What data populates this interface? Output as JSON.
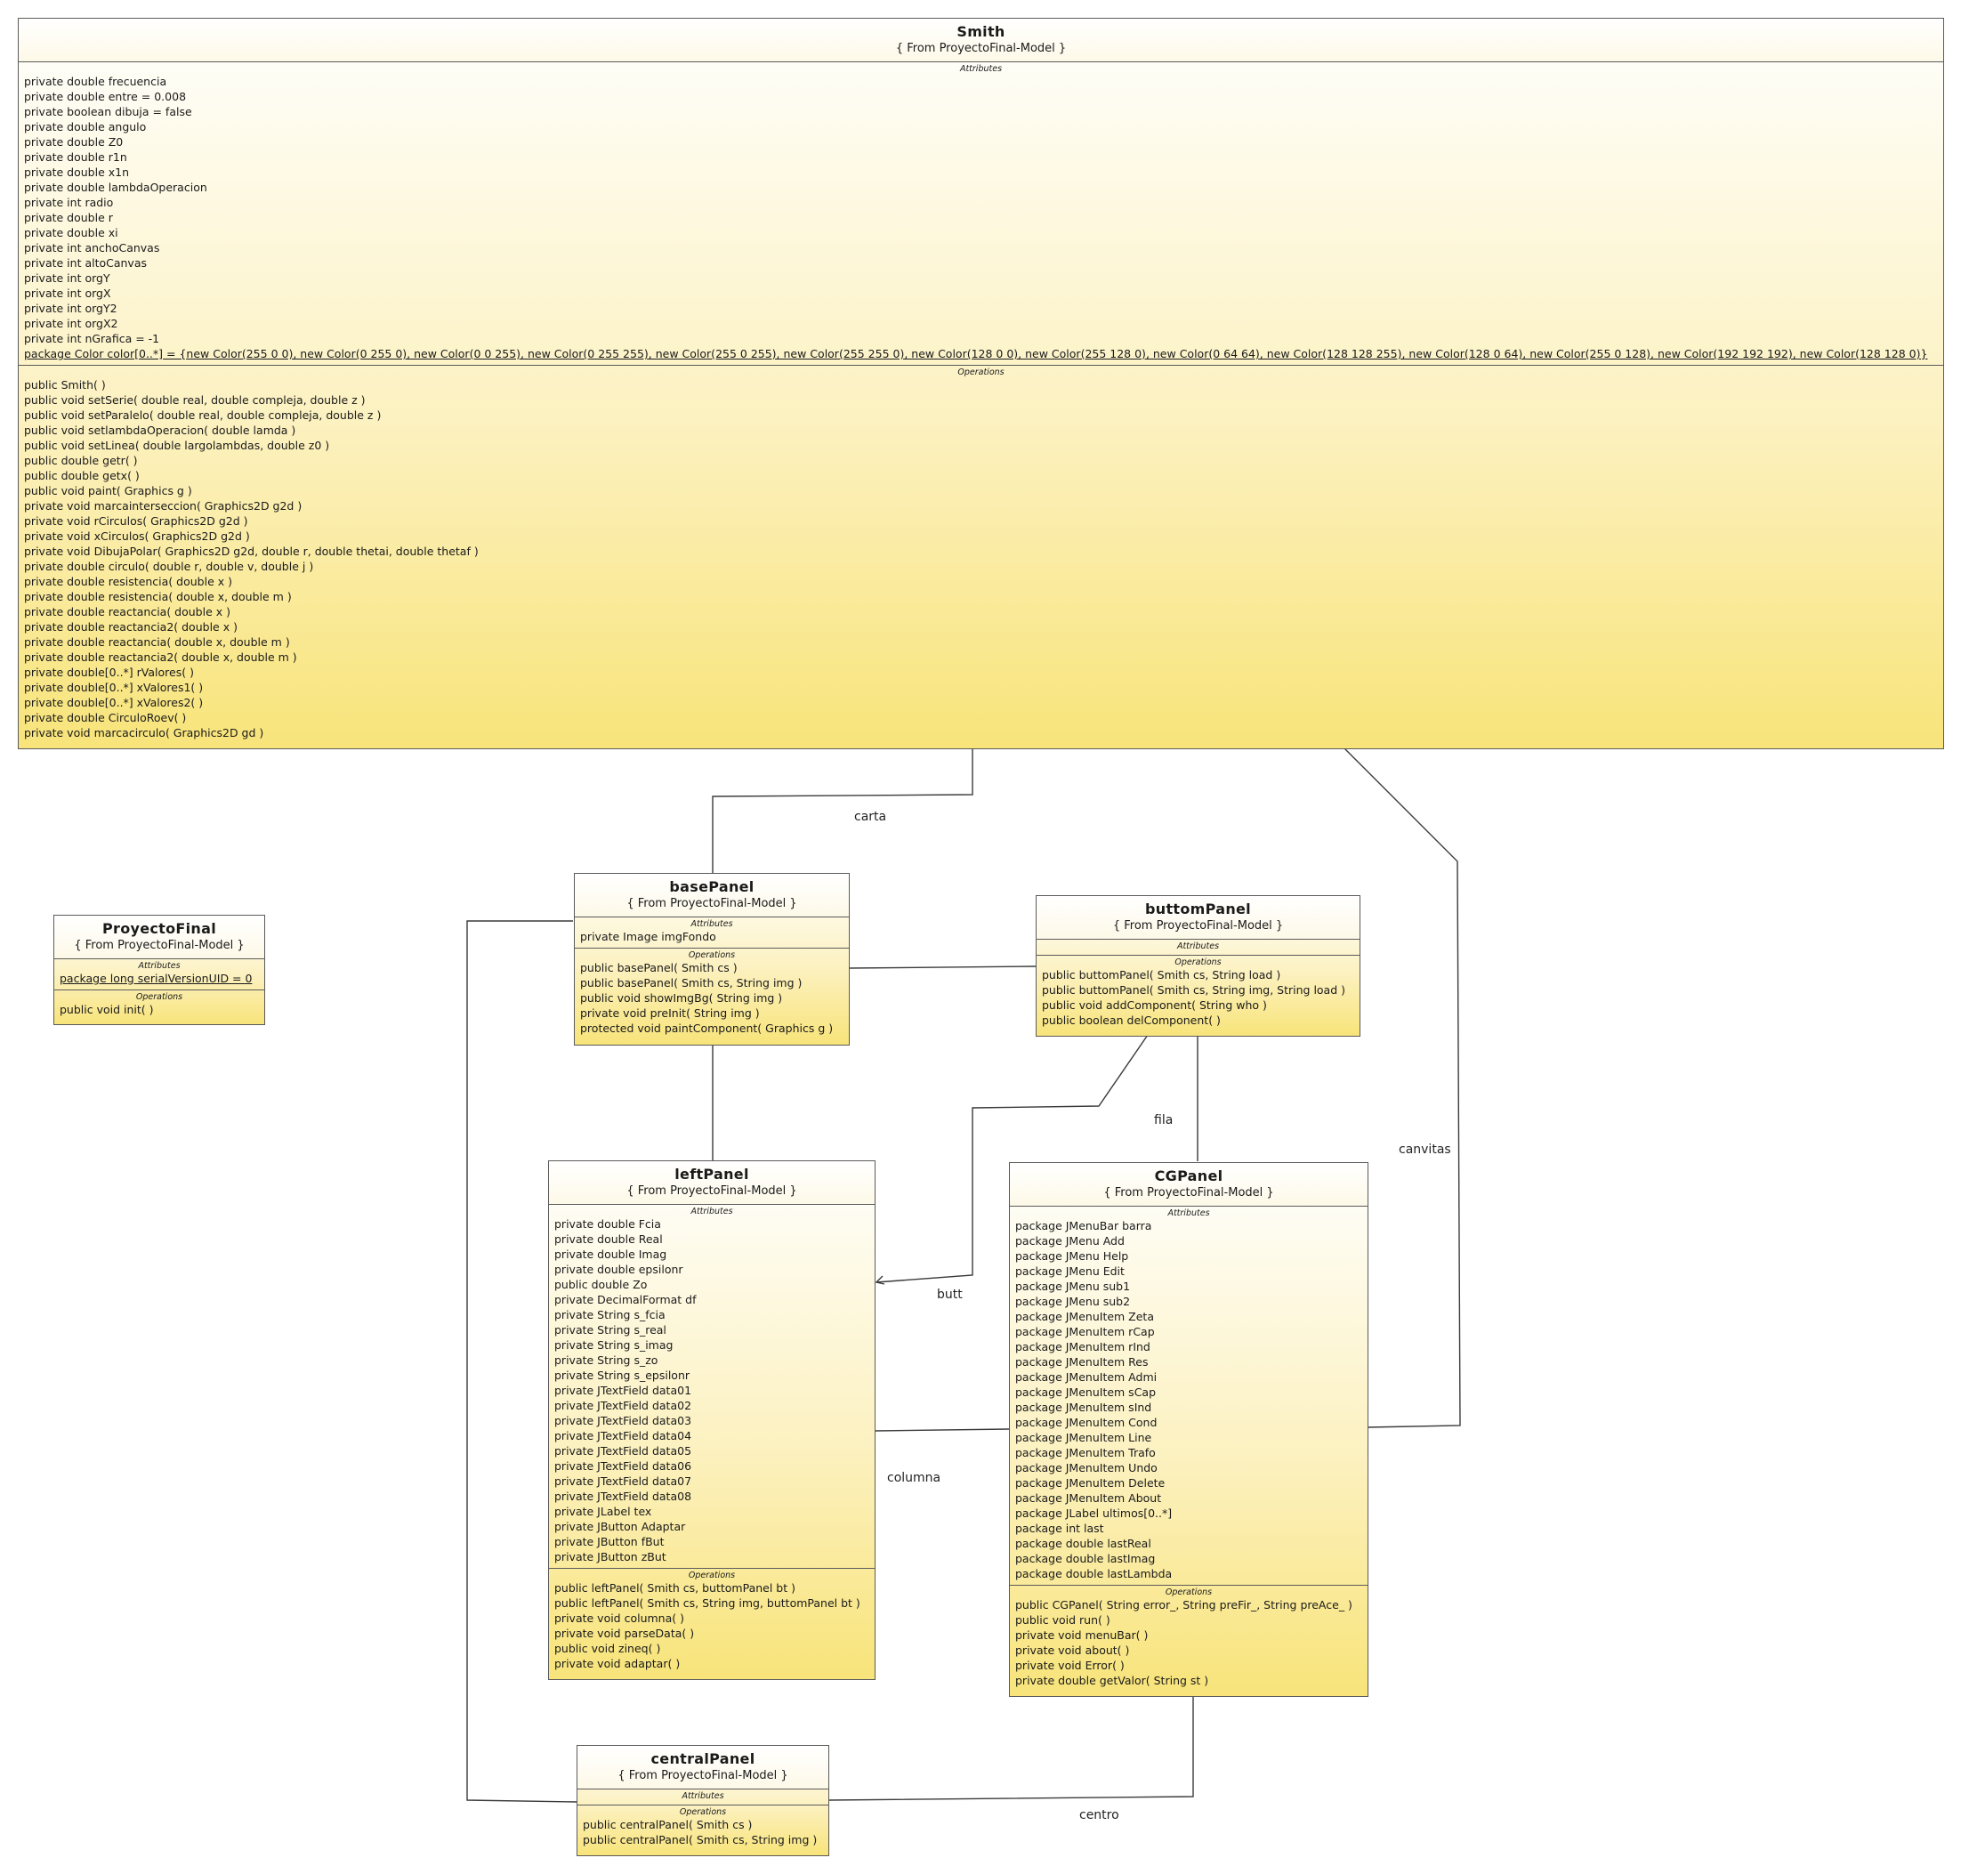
{
  "classes": [
    {
      "id": "smith",
      "name": "Smith",
      "from": "{ From ProyectoFinal-Model }",
      "attributes_title": "Attributes",
      "attributes": [
        "private double frecuencia",
        "private double entre = 0.008",
        "private boolean dibuja = false",
        "private double angulo",
        "private double Z0",
        "private double r1n",
        "private double x1n",
        "private double lambdaOperacion",
        "private int radio",
        "private double r",
        "private double xi",
        "private int anchoCanvas",
        "private int altoCanvas",
        "private int orgY",
        "private int orgX",
        "private int orgY2",
        "private int orgX2",
        "private int nGrafica = -1",
        "package Color color[0..*] = {new Color(255 0 0), new Color(0 255 0), new Color(0 0 255), new Color(0 255 255), new Color(255 0 255), new Color(255 255 0), new Color(128 0 0), new Color(255 128 0), new Color(0 64 64), new Color(128 128 255), new Color(128 0 64), new Color(255 0 128), new Color(192 192 192), new Color(128 128 0)}"
      ],
      "static_attributes": [
        "package Color color[0..*] = {new Color(255 0 0), new Color(0 255 0), new Color(0 0 255), new Color(0 255 255), new Color(255 0 255), new Color(255 255 0), new Color(128 0 0), new Color(255 128 0), new Color(0 64 64), new Color(128 128 255), new Color(128 0 64), new Color(255 0 128), new Color(192 192 192), new Color(128 128 0)}"
      ],
      "operations_title": "Operations",
      "operations": [
        "public Smith(  )",
        "public void  setSerie( double real, double compleja, double z )",
        "public void  setParalelo( double real, double compleja, double z )",
        "public void  setlambdaOperacion( double lamda )",
        "public void  setLinea( double largolambdas, double z0 )",
        "public double  getr(  )",
        "public double  getx(  )",
        "public void  paint( Graphics g )",
        "private void  marcainterseccion( Graphics2D g2d )",
        "private void  rCirculos( Graphics2D g2d )",
        "private void  xCirculos( Graphics2D g2d )",
        "private void  DibujaPolar( Graphics2D g2d, double r, double thetai, double thetaf )",
        "private double  circulo( double r, double v, double j )",
        "private double  resistencia( double x )",
        "private double  resistencia( double x, double m )",
        "private double  reactancia( double x )",
        "private double  reactancia2( double x )",
        "private double  reactancia( double x, double m )",
        "private double  reactancia2( double x, double m )",
        "private double[0..*]  rValores(  )",
        "private double[0..*]  xValores1(  )",
        "private double[0..*]  xValores2(  )",
        "private double  CirculoRoev(  )",
        "private void  marcacirculo( Graphics2D gd )"
      ]
    },
    {
      "id": "proyectofinal",
      "name": "ProyectoFinal",
      "from": "{ From ProyectoFinal-Model }",
      "attributes_title": "Attributes",
      "attributes": [
        "package long serialVersionUID = 0"
      ],
      "static_attributes": [
        "package long serialVersionUID = 0"
      ],
      "operations_title": "Operations",
      "operations": [
        "public void  init(  )"
      ]
    },
    {
      "id": "basepanel",
      "name": "basePanel",
      "from": "{ From ProyectoFinal-Model }",
      "attributes_title": "Attributes",
      "attributes": [
        "private Image imgFondo"
      ],
      "operations_title": "Operations",
      "operations": [
        "public basePanel( Smith cs )",
        "public basePanel( Smith cs, String img )",
        "public void  showImgBg( String img )",
        "private void  preInit( String img )",
        "protected void  paintComponent( Graphics g )"
      ]
    },
    {
      "id": "buttompanel",
      "name": "buttomPanel",
      "from": "{ From ProyectoFinal-Model }",
      "attributes_title": "Attributes",
      "attributes": [],
      "operations_title": "Operations",
      "operations": [
        "public buttomPanel( Smith cs, String load )",
        "public buttomPanel( Smith cs, String img, String load )",
        "public void  addComponent( String who )",
        "public boolean  delComponent(  )"
      ]
    },
    {
      "id": "leftpanel",
      "name": "leftPanel",
      "from": "{ From ProyectoFinal-Model }",
      "attributes_title": "Attributes",
      "attributes": [
        "private double Fcia",
        "private double Real",
        "private double Imag",
        "private double epsilonr",
        "public double Zo",
        "private DecimalFormat df",
        "private String s_fcia",
        "private String s_real",
        "private String s_imag",
        "private String s_zo",
        "private String s_epsilonr",
        "private JTextField data01",
        "private JTextField data02",
        "private JTextField data03",
        "private JTextField data04",
        "private JTextField data05",
        "private JTextField data06",
        "private JTextField data07",
        "private JTextField data08",
        "private JLabel tex",
        "private JButton Adaptar",
        "private JButton fBut",
        "private JButton zBut"
      ],
      "operations_title": "Operations",
      "operations": [
        "public leftPanel( Smith cs, buttomPanel bt )",
        "public leftPanel( Smith cs, String img, buttomPanel bt )",
        "private void  columna(  )",
        "private void  parseData(  )",
        "public void  zineq(  )",
        "private void  adaptar(  )"
      ]
    },
    {
      "id": "cgpanel",
      "name": "CGPanel",
      "from": "{ From ProyectoFinal-Model }",
      "attributes_title": "Attributes",
      "attributes": [
        "package JMenuBar barra",
        "package JMenu Add",
        "package JMenu Help",
        "package JMenu Edit",
        "package JMenu sub1",
        "package JMenu sub2",
        "package JMenuItem Zeta",
        "package JMenuItem rCap",
        "package JMenuItem rInd",
        "package JMenuItem Res",
        "package JMenuItem Admi",
        "package JMenuItem sCap",
        "package JMenuItem sInd",
        "package JMenuItem Cond",
        "package JMenuItem Line",
        "package JMenuItem Trafo",
        "package JMenuItem Undo",
        "package JMenuItem Delete",
        "package JMenuItem About",
        "package JLabel ultimos[0..*]",
        "package int last",
        "package double lastReal",
        "package double lastImag",
        "package double lastLambda"
      ],
      "operations_title": "Operations",
      "operations": [
        "public CGPanel( String error_, String preFir_, String preAce_ )",
        "public void  run(  )",
        "private void  menuBar(  )",
        "private void  about(  )",
        "private void  Error(  )",
        "private double  getValor( String st )"
      ]
    },
    {
      "id": "centralpanel",
      "name": "centralPanel",
      "from": "{ From ProyectoFinal-Model }",
      "attributes_title": "Attributes",
      "attributes": [],
      "operations_title": "Operations",
      "operations": [
        "public centralPanel( Smith cs )",
        "public centralPanel( Smith cs, String img )"
      ]
    }
  ],
  "associations": [
    {
      "id": "carta",
      "label": "carta"
    },
    {
      "id": "fila",
      "label": "fila"
    },
    {
      "id": "canvitas",
      "label": "canvitas"
    },
    {
      "id": "butt",
      "label": "butt"
    },
    {
      "id": "columna",
      "label": "columna"
    },
    {
      "id": "centro",
      "label": "centro"
    }
  ],
  "colors": {
    "box_top": "#fffffd",
    "box_bottom": "#f8e47a",
    "border": "#5a5a5a",
    "line": "#3a3a3a"
  }
}
